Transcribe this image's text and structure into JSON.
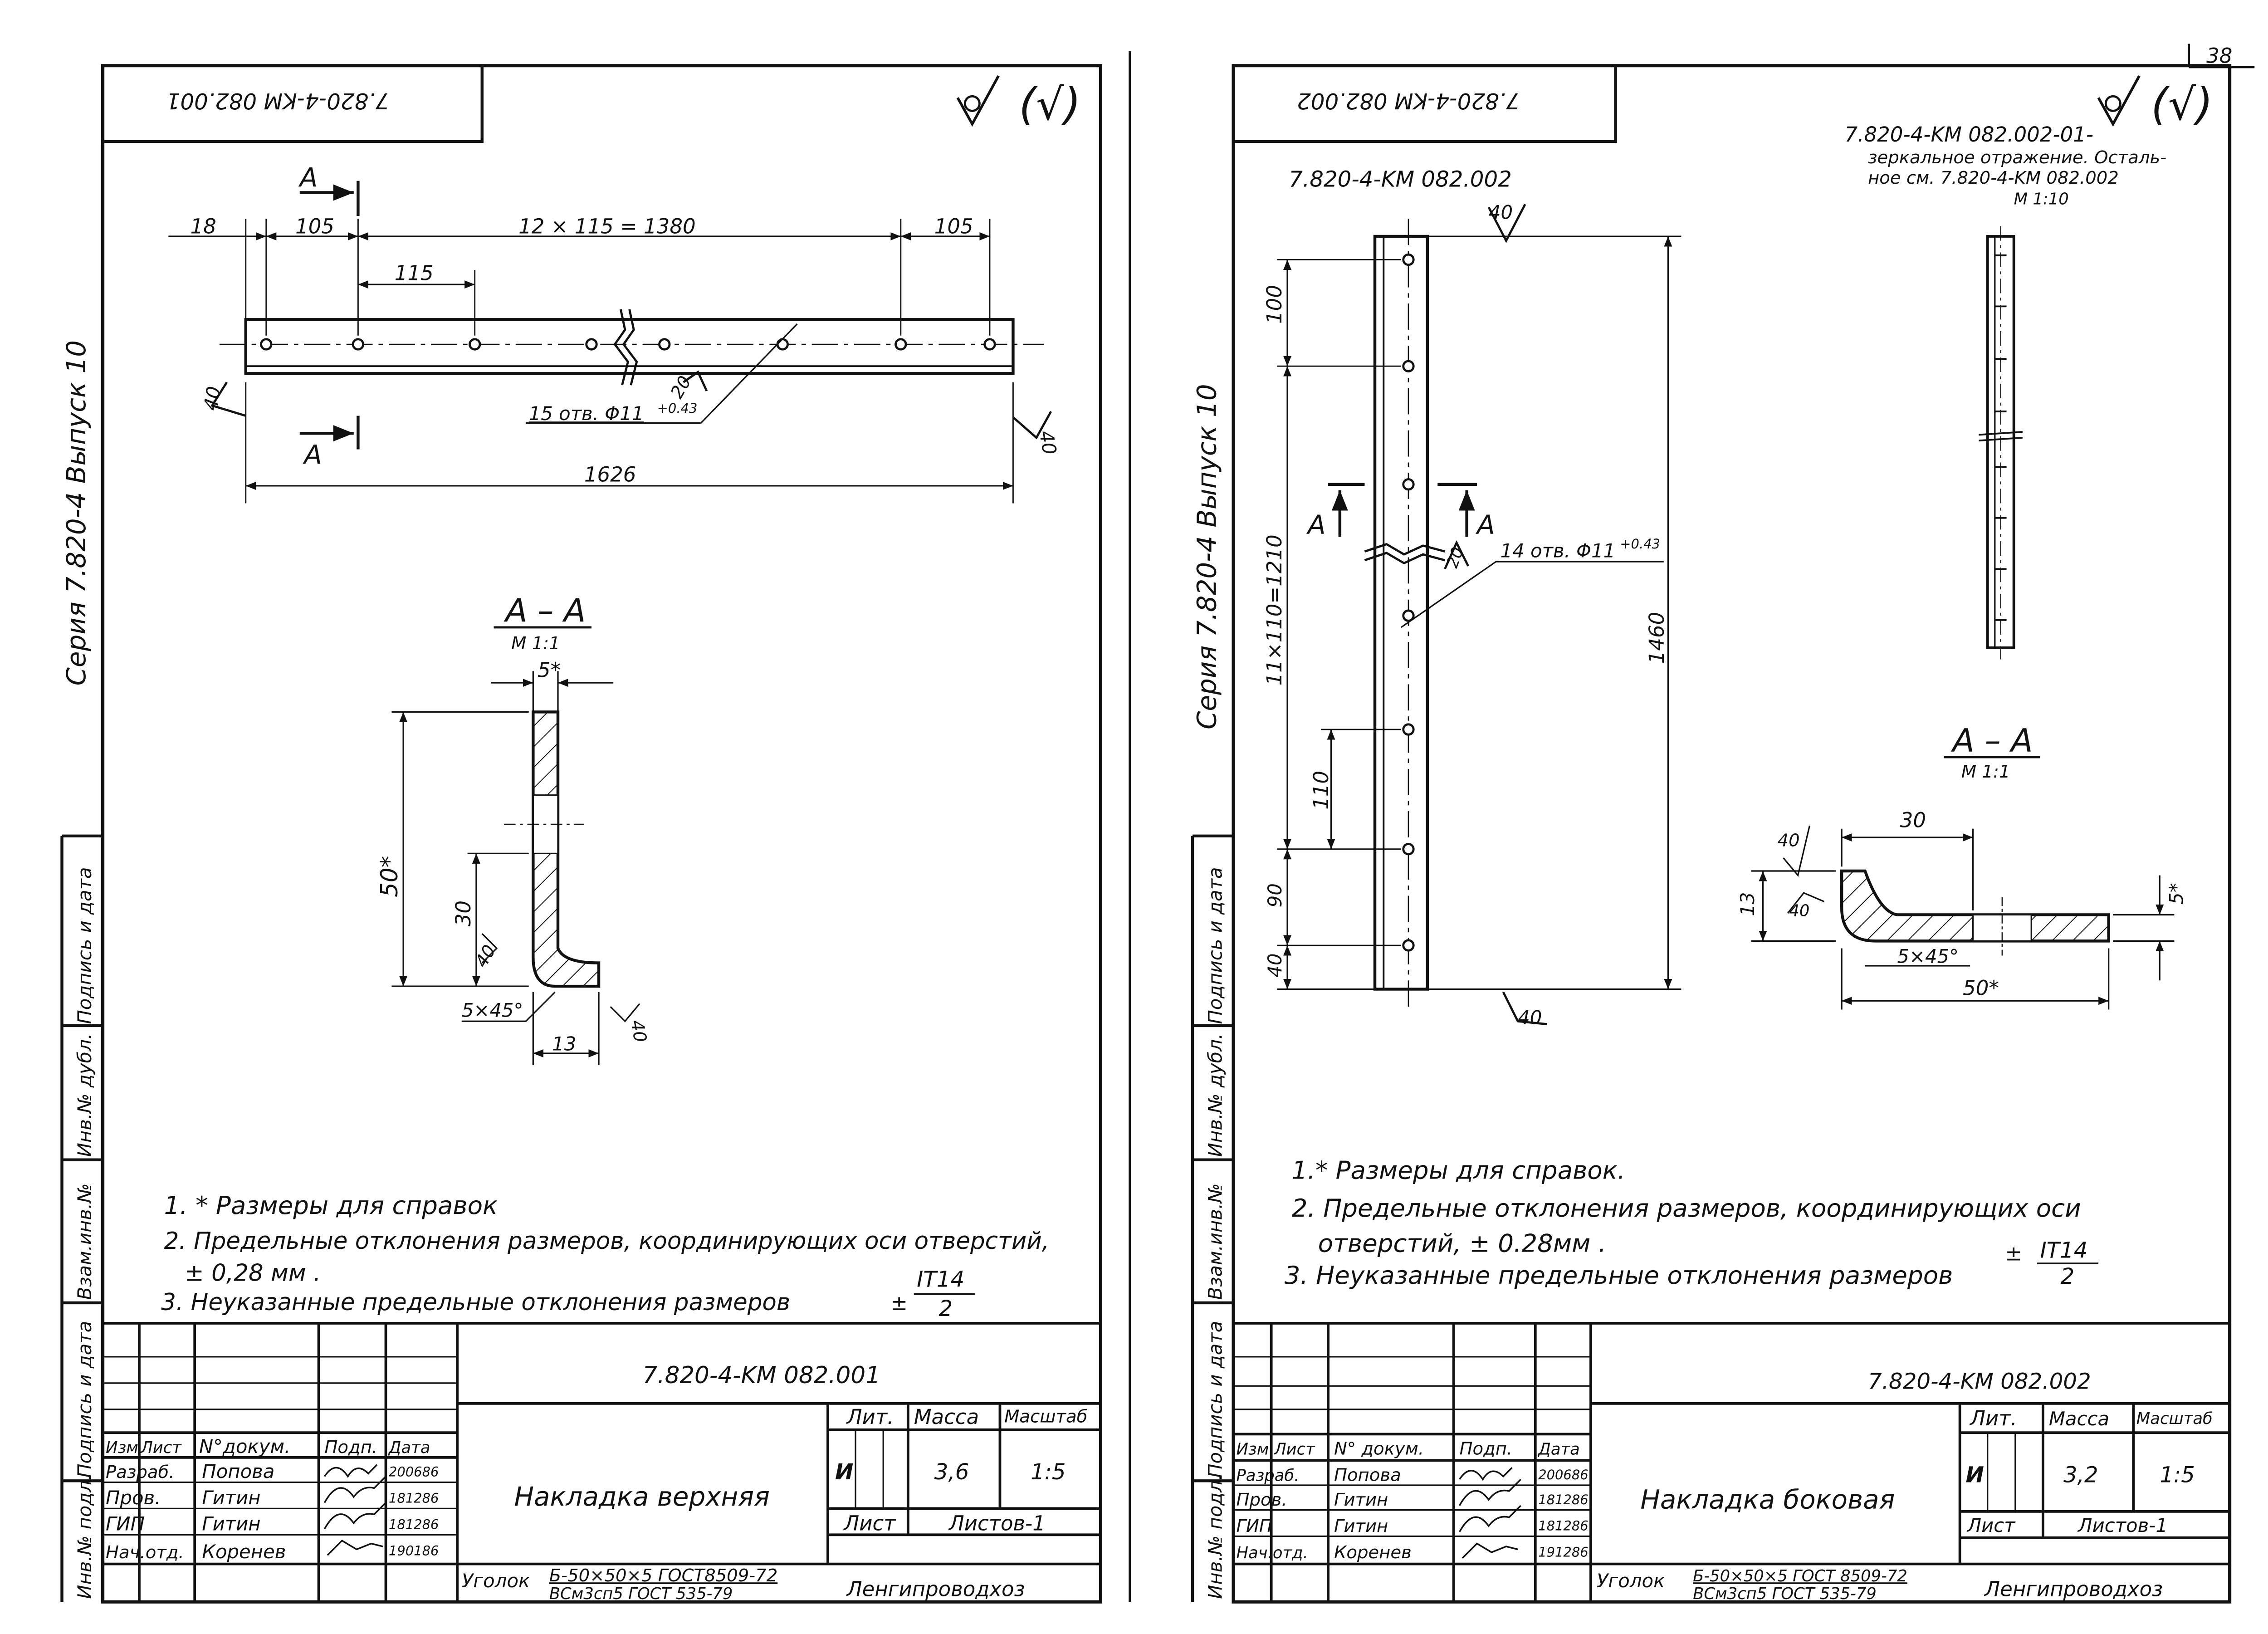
{
  "page_number": "38",
  "roughness": "(√)",
  "sheets": [
    {
      "id": "left",
      "stamp_code": "7.820-4-KM 082.001",
      "series_vertical": "Серия 7.820-4   Выпуск 10",
      "side_labels": [
        "Подпись и дата",
        "Инв.№ дубл.",
        "Взам.инв.№",
        "Подпись и дата",
        "Инв.№ подл."
      ],
      "dims": {
        "d18": "18",
        "d105a": "105",
        "d_chain": "12 × 115 = 1380",
        "d105b": "105",
        "d115": "115",
        "d1626": "1626",
        "holes": "15 отв. Φ11",
        "holes_tol": "+0.43",
        "r40": "40",
        "r20": "20",
        "sec_a": "A"
      },
      "section": {
        "title": "A – A",
        "scale": "М 1:1",
        "d5": "5*",
        "d50": "50*",
        "d30": "30",
        "d40": "40",
        "d5x45": "5×45°",
        "d13": "13",
        "d40b": "40"
      },
      "notes": [
        "1. * Размеры для справок",
        "2. Предельные отклонения размеров, координирующих оси отверстий,",
        "± 0,28 мм .",
        "3. Неуказанные   предельные   отклонения размеров"
      ],
      "tol_num": "ІT14",
      "tol_den": "2",
      "title_block": {
        "code": "7.820-4-KM 082.001",
        "name": "Накладка верхняя",
        "hdr": [
          "Изм",
          "Лист",
          "N°докум.",
          "Подп.",
          "Дата"
        ],
        "rows": [
          [
            "Разраб.",
            "Попова",
            "200686"
          ],
          [
            "Пров.",
            "Гитин",
            "181286"
          ],
          [
            "ГИП",
            "Гитин",
            "181286"
          ],
          [
            "Нач.отд.",
            "Коренев",
            "190186"
          ]
        ],
        "lit_hdr": "Лит.",
        "mass_hdr": "Масса",
        "scale_hdr": "Масштаб",
        "lit": "И",
        "mass": "3,6",
        "scale": "1:5",
        "sheet": "Лист",
        "sheets": "Листов-1",
        "material_label": "Уголок",
        "material_1": "Б-50×50×5 ГОСТ8509-72",
        "material_2": "ВСм3сп5 ГОСТ 535-79",
        "org": "Ленгипроводхоз"
      }
    },
    {
      "id": "right",
      "stamp_code": "7.820-4-KM 082.002",
      "series_vertical": "Серия 7.820-4   Выпуск 10",
      "side_labels": [
        "Подпись и дата",
        "Инв.№ дубл.",
        "Взам.инв.№",
        "Подпись и дата",
        "Инв.№ подл."
      ],
      "part_label": "7.820-4-KM 082.002",
      "mirror_code": "7.820-4-KM 082.002-01-",
      "mirror_text_1": "зеркальное отражение. Осталь-",
      "mirror_text_2": "ное см.  7.820-4-KM 082.002",
      "mirror_scale": "М 1:10",
      "dims": {
        "r40top": "40",
        "d100": "100",
        "d_chain": "11×110=1210",
        "d1460": "1460",
        "d110": "110",
        "d90": "90",
        "d40": "40",
        "r40bot": "40",
        "r20": "20",
        "holes": "14 отв. Φ11",
        "holes_tol": "+0.43",
        "sec_a": "A"
      },
      "section": {
        "title": "A – A",
        "scale": "М 1:1",
        "d30": "30",
        "d40": "40",
        "d40b": "40",
        "d13": "13",
        "d5": "5*",
        "d5x45": "5×45°",
        "d50": "50*"
      },
      "notes": [
        "1.* Размеры для справок.",
        "2. Предельные отклонения размеров, координирующих  оси",
        "отверстий, ± 0.28мм .",
        "3. Неуказанные предельные отклонения размеров"
      ],
      "tol_num": "ІT14",
      "tol_den": "2",
      "title_block": {
        "code": "7.820-4-KM 082.002",
        "name": "Накладка боковая",
        "hdr": [
          "Изм",
          "Лист",
          "N° докум.",
          "Подп.",
          "Дата"
        ],
        "rows": [
          [
            "Разраб.",
            "Попова",
            "200686"
          ],
          [
            "Пров.",
            "Гитин",
            "181286"
          ],
          [
            "ГИП",
            "Гитин",
            "181286"
          ],
          [
            "Нач.отд.",
            "Коренев",
            "191286"
          ]
        ],
        "lit_hdr": "Лит.",
        "mass_hdr": "Масса",
        "scale_hdr": "Масштаб",
        "lit": "И",
        "mass": "3,2",
        "scale": "1:5",
        "sheet": "Лист",
        "sheets": "Листов-1",
        "material_label": "Уголок",
        "material_1": "Б-50×50×5 ГОСТ 8509-72",
        "material_2": "ВСм3сп5 ГОСТ 535-79",
        "org": "Ленгипроводхоз"
      }
    }
  ]
}
